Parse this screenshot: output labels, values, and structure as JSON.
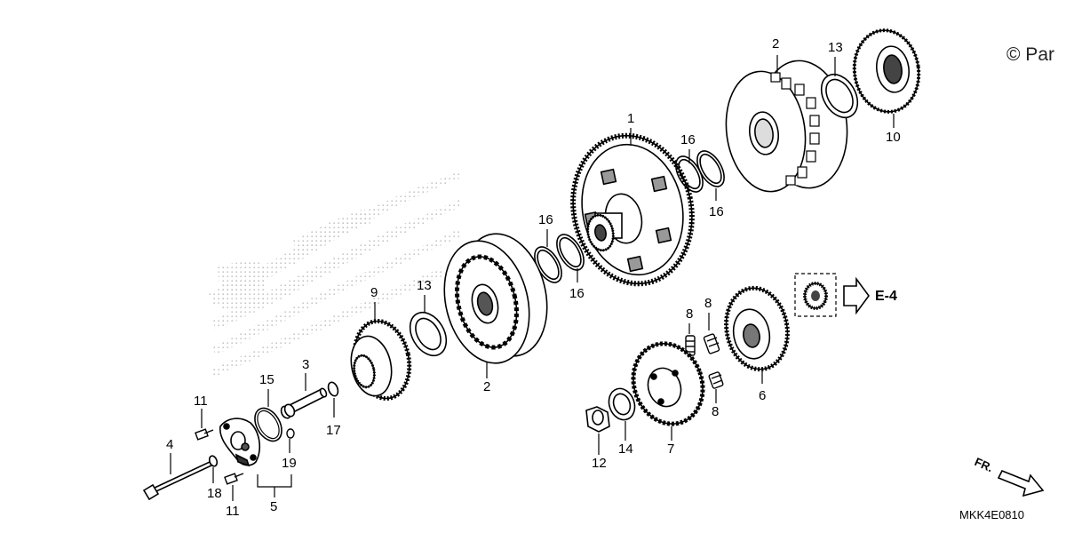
{
  "copyright": "© Par",
  "diagram_code": "MKK4E0810",
  "reference_label": "E-4",
  "front_label": "FR.",
  "callouts": {
    "c1": "1",
    "c2a": "2",
    "c2b": "2",
    "c3": "3",
    "c4": "4",
    "c5": "5",
    "c6": "6",
    "c7": "7",
    "c8a": "8",
    "c8b": "8",
    "c8c": "8",
    "c9": "9",
    "c10": "10",
    "c11a": "11",
    "c11b": "11",
    "c12": "12",
    "c13a": "13",
    "c13b": "13",
    "c14": "14",
    "c15": "15",
    "c16a": "16",
    "c16b": "16",
    "c16c": "16",
    "c16d": "16",
    "c17": "17",
    "c18": "18",
    "c19": "19"
  },
  "colors": {
    "ink": "#000000",
    "watermark": "#c8c8c8",
    "fill": "#ffffff",
    "shade": "#7a7a7a"
  }
}
